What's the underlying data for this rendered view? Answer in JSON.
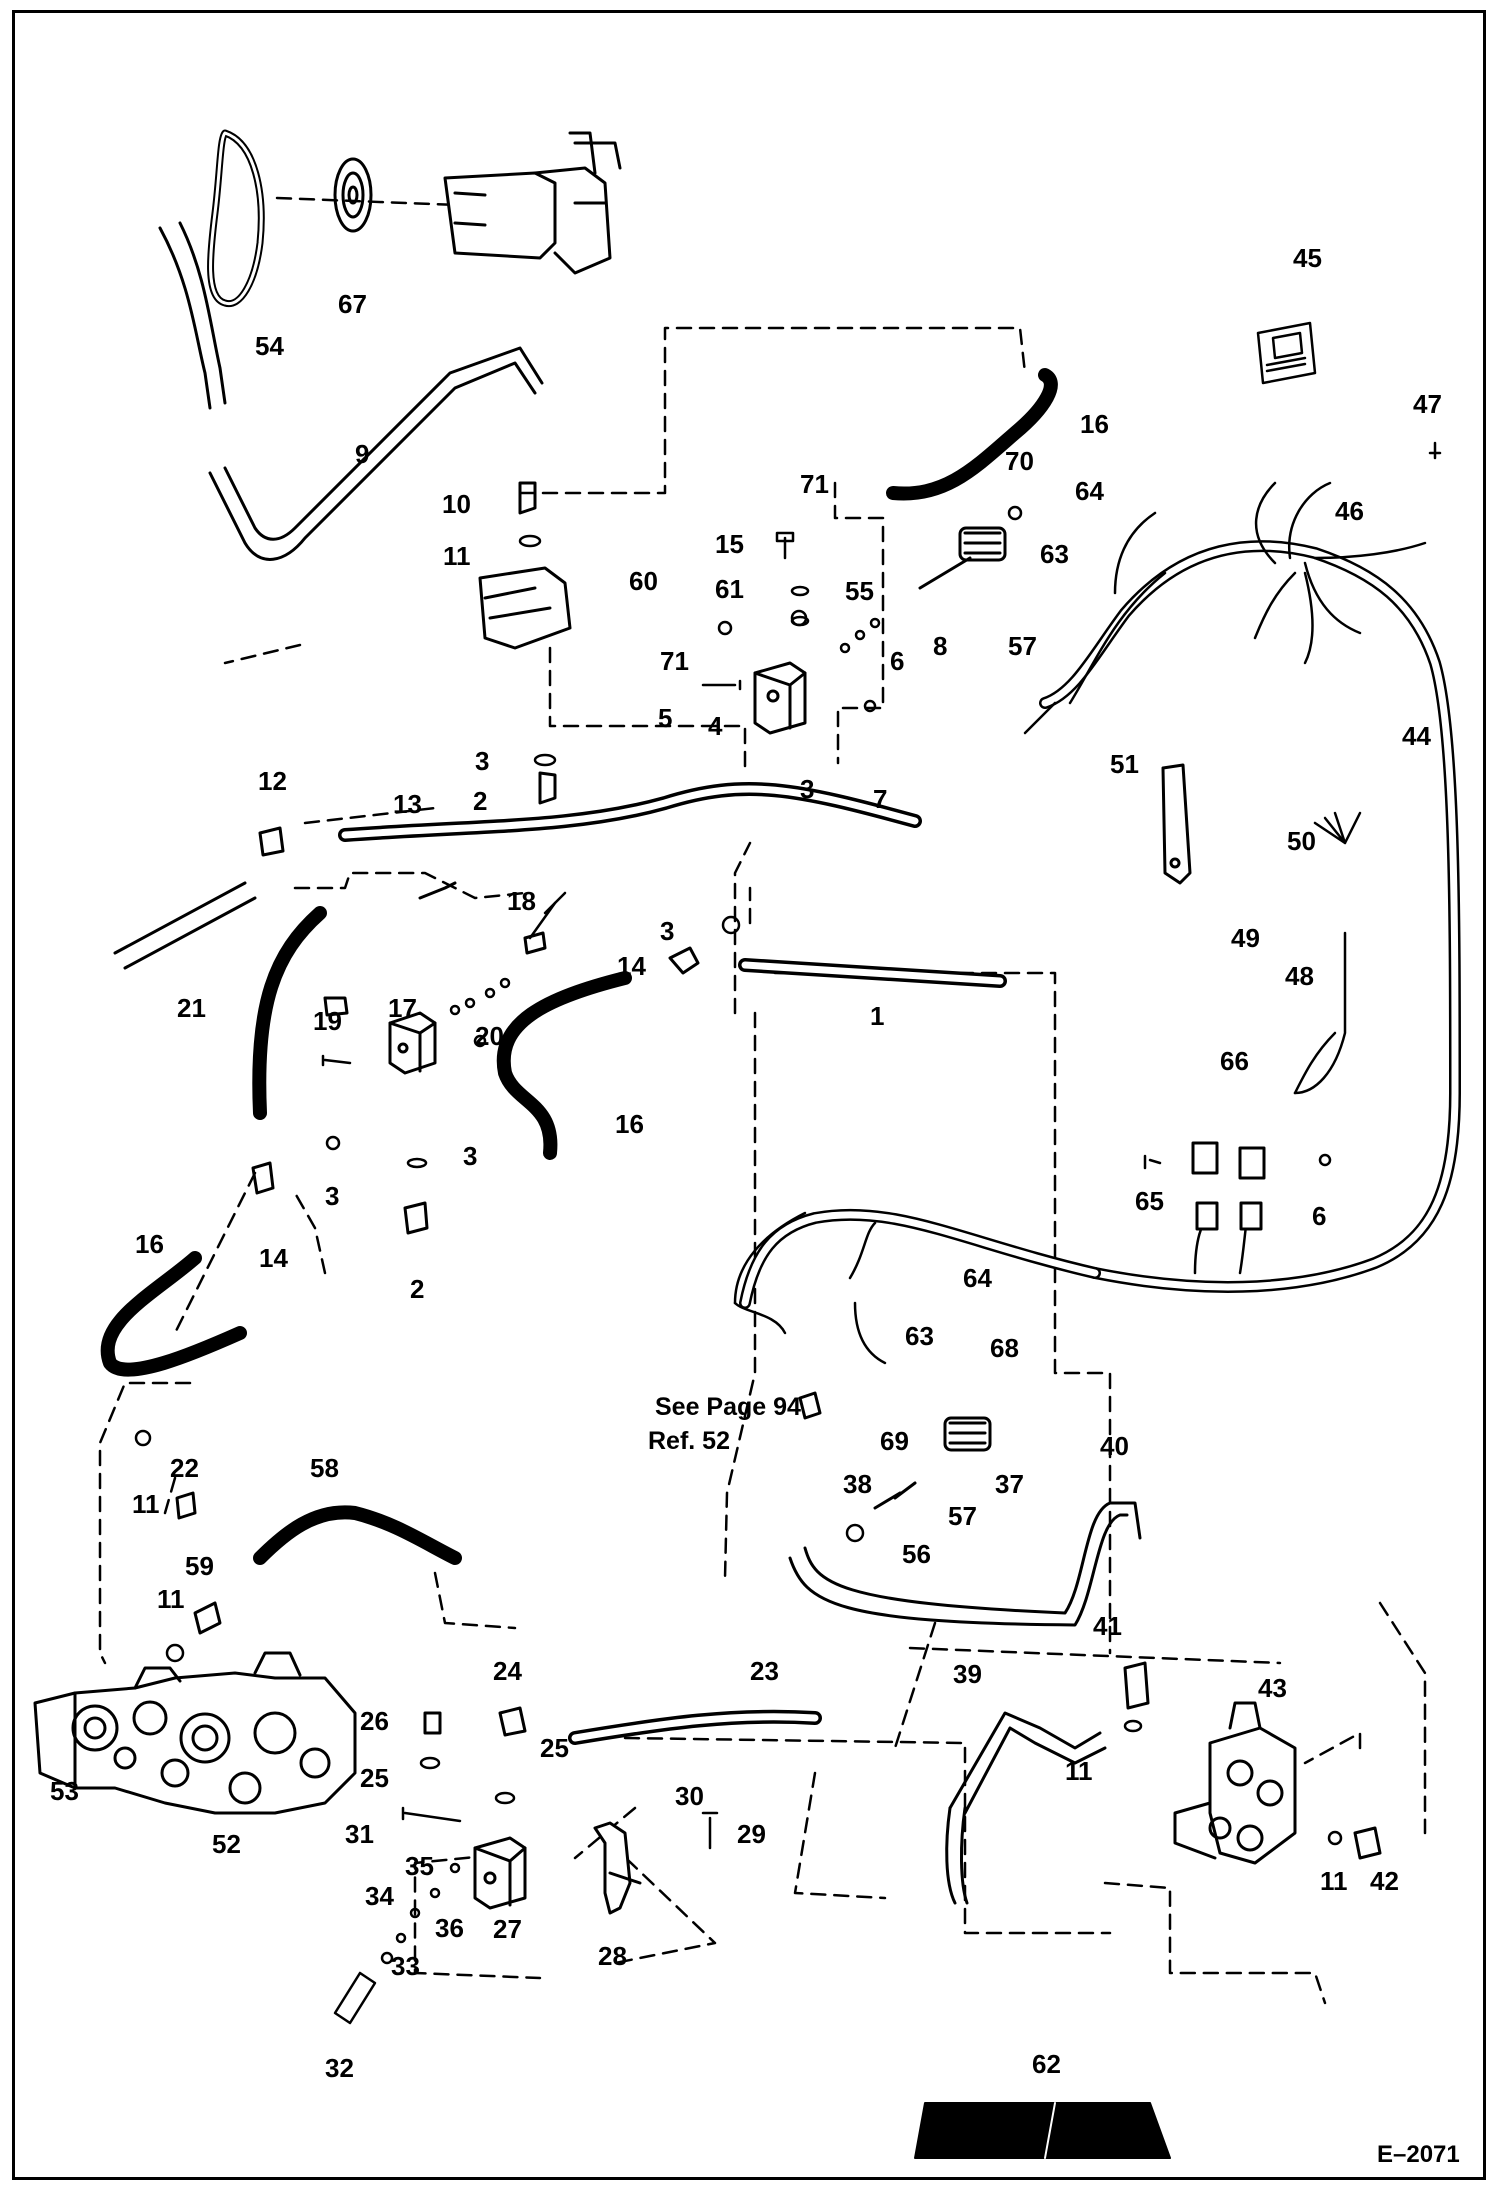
{
  "figure": {
    "code": "E–2071",
    "note_line1": "See Page 94",
    "note_line2": "Ref. 52"
  },
  "callouts": {
    "c1": "1",
    "c2a": "2",
    "c2b": "2",
    "c3a": "3",
    "c3b": "3",
    "c3c": "3",
    "c3d": "3",
    "c3e": "3",
    "c4": "4",
    "c5": "5",
    "c6a": "6",
    "c6b": "6",
    "c7": "7",
    "c8": "8",
    "c9": "9",
    "c10": "10",
    "c11a": "11",
    "c11b": "11",
    "c11c": "11",
    "c11d": "11",
    "c11e": "11",
    "c12": "12",
    "c13": "13",
    "c14a": "14",
    "c14b": "14",
    "c15": "15",
    "c16a": "16",
    "c16b": "16",
    "c16c": "16",
    "c17": "17",
    "c18": "18",
    "c19": "19",
    "c20": "20",
    "c21": "21",
    "c22": "22",
    "c23": "23",
    "c24": "24",
    "c25a": "25",
    "c25b": "25",
    "c26": "26",
    "c27": "27",
    "c28": "28",
    "c29": "29",
    "c30": "30",
    "c31": "31",
    "c32": "32",
    "c33": "33",
    "c34": "34",
    "c35": "35",
    "c36": "36",
    "c37": "37",
    "c38": "38",
    "c39": "39",
    "c40": "40",
    "c41": "41",
    "c42": "42",
    "c43": "43",
    "c44": "44",
    "c45": "45",
    "c46": "46",
    "c47": "47",
    "c48": "48",
    "c49": "49",
    "c50": "50",
    "c51": "51",
    "c52": "52",
    "c53": "53",
    "c54": "54",
    "c55": "55",
    "c56": "56",
    "c57a": "57",
    "c57b": "57",
    "c58": "58",
    "c59": "59",
    "c60": "60",
    "c61": "61",
    "c62": "62",
    "c63a": "63",
    "c63b": "63",
    "c64a": "64",
    "c64b": "64",
    "c65": "65",
    "c66": "66",
    "c67": "67",
    "c68": "68",
    "c69": "69",
    "c70": "70",
    "c71a": "71",
    "c71b": "71"
  },
  "colors": {
    "ink": "#000000",
    "paper": "#ffffff"
  },
  "icons": [
    "hose",
    "fitting",
    "valve-block",
    "pump",
    "control-valve",
    "wire-harness",
    "decal",
    "mat",
    "belt",
    "pulley"
  ]
}
